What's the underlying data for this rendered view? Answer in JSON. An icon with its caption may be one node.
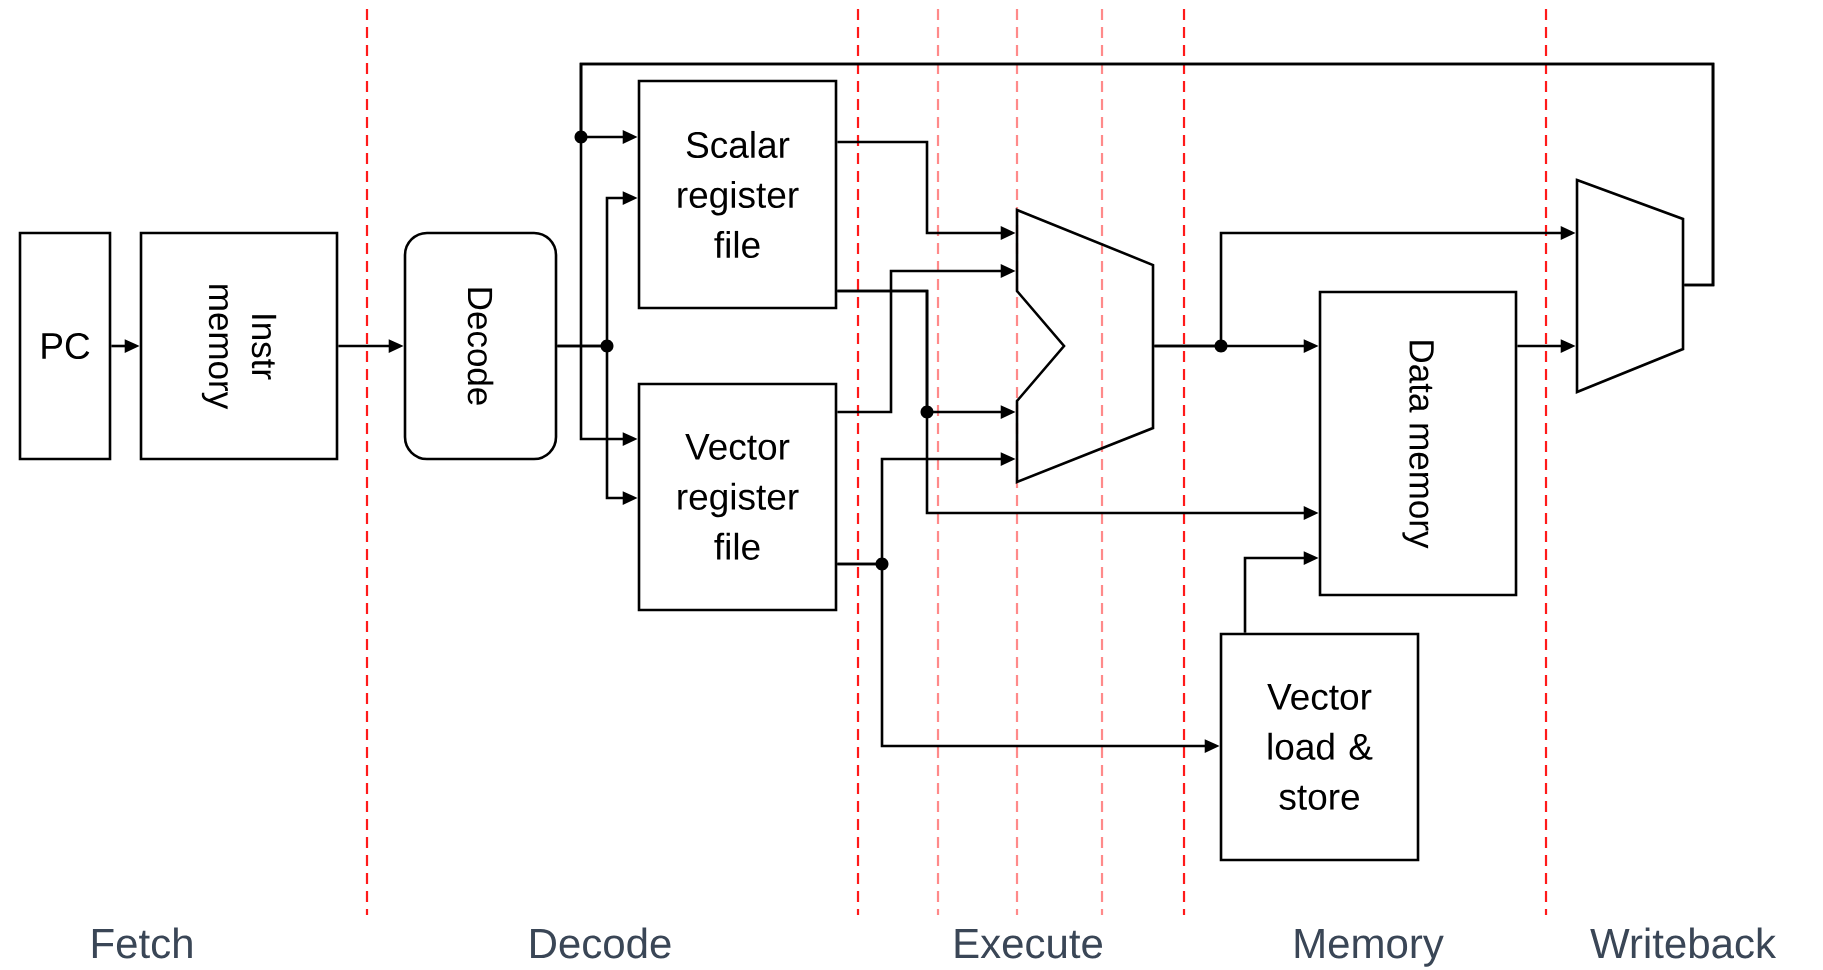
{
  "diagram": {
    "nodes": [
      {
        "text": [
          "PC"
        ]
      },
      {
        "text": [
          "Instr memory"
        ]
      },
      {
        "text": [
          "Decode"
        ]
      },
      {
        "text": [
          "Scalar register file"
        ]
      },
      {
        "text": [
          "Vector register file"
        ]
      },
      {
        "text": [],
        "shape": "alu"
      },
      {
        "text": [
          "Data memory"
        ]
      },
      {
        "text": [
          "Vector load & store"
        ]
      },
      {
        "text": [],
        "shape": "trapezoid"
      }
    ],
    "edges": [
      {
        "from": 0,
        "to": 1,
        "arrow": "to"
      },
      {
        "from": 1,
        "to": 2,
        "arrow": "to"
      },
      {
        "from": 2,
        "to": 3,
        "arrow": "to"
      },
      {
        "from": 2,
        "to": 4,
        "arrow": "to"
      },
      {
        "from": 8,
        "to": 3,
        "arrow": "to"
      },
      {
        "from": 8,
        "to": 4,
        "arrow": "to"
      },
      {
        "from": 3,
        "to": 5,
        "arrow": "to"
      },
      {
        "from": 3,
        "to": 5,
        "arrow": "to"
      },
      {
        "from": 3,
        "to": 6,
        "arrow": "to"
      },
      {
        "from": 4,
        "to": 5,
        "arrow": "to"
      },
      {
        "from": 4,
        "to": 5,
        "arrow": "to"
      },
      {
        "from": 4,
        "to": 7,
        "arrow": "to"
      },
      {
        "from": 5,
        "to": 6,
        "arrow": "to"
      },
      {
        "from": 5,
        "to": 8,
        "arrow": "to"
      },
      {
        "from": 6,
        "to": 8,
        "arrow": "to"
      },
      {
        "from": 7,
        "to": 6,
        "arrow": "to"
      }
    ],
    "labels": [
      "Fetch",
      "Decode",
      "Execute",
      "Memory",
      "Writeback"
    ]
  }
}
